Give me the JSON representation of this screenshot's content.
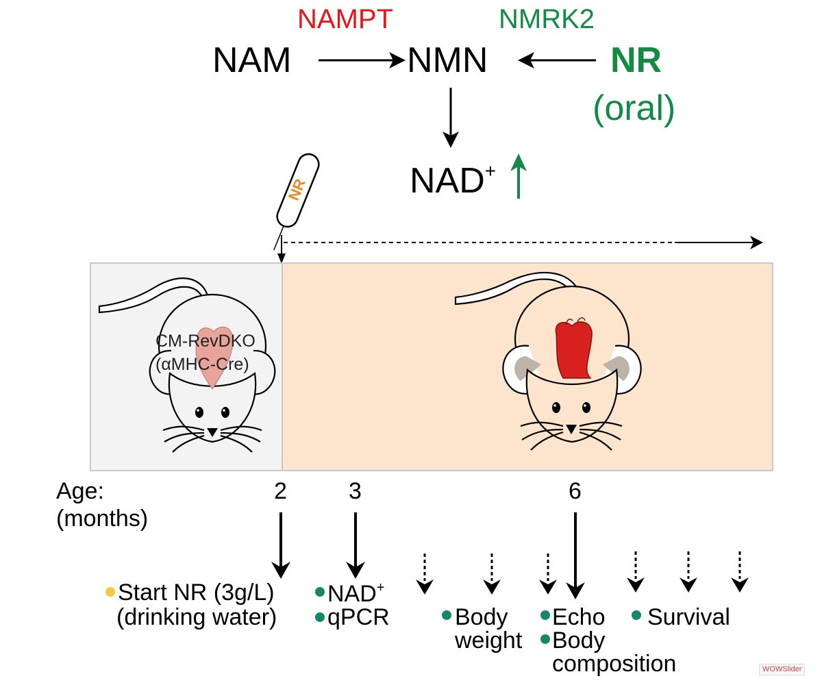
{
  "colors": {
    "red": "#e8141a",
    "green": "#138a43",
    "teal": "#15876a",
    "yellow": "#f5c842",
    "orange": "#f08a1c",
    "panel_left": "#f3f3f3",
    "panel_right": "#fde5cd",
    "heart_pale": "#e8a39a",
    "heart_red": "#d8211e"
  },
  "pathway": {
    "nampt": "NAMPT",
    "nmrk2": "NMRK2",
    "nam": "NAM",
    "nmn": "NMN",
    "nr": "NR",
    "oral": "(oral)",
    "nad": "NAD",
    "nad_sup": "+"
  },
  "syringe_label": "NR",
  "mouse_left_label": {
    "line1": "CM-RevDKO",
    "line2": "(αMHC-Cre)"
  },
  "age": {
    "label": "Age:",
    "unit": "(months)",
    "ticks": [
      "2",
      "3",
      "6"
    ]
  },
  "events": {
    "start_line1": "Start NR (3g/L)",
    "start_line2": "(drinking water)",
    "nad": "NAD",
    "nad_sup": "+",
    "qpcr": "qPCR",
    "body_weight_1": "Body",
    "body_weight_2": "weight",
    "echo": "Echo",
    "body_comp_1": "Body",
    "body_comp_2": "composition",
    "survival": "Survival"
  },
  "watermark": "WOWSlider"
}
